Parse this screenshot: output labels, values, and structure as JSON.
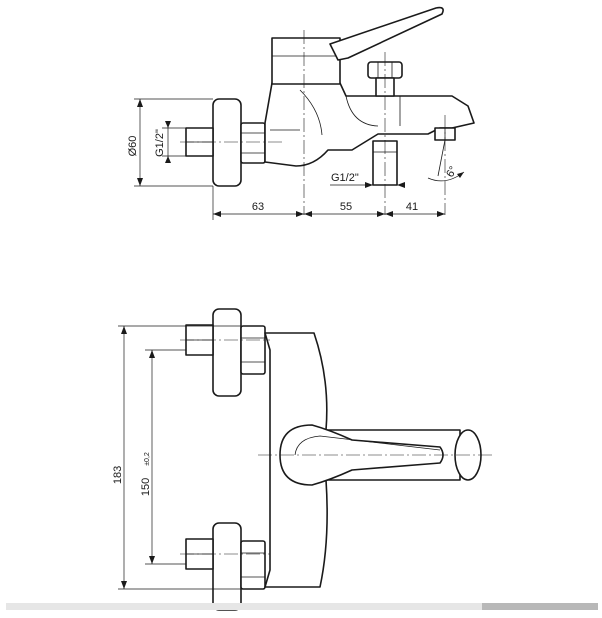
{
  "side_view": {
    "dimensions": {
      "width_left": "63",
      "width_middle": "55",
      "width_right": "41",
      "flange_diameter": "Ø60",
      "inlet_thread": "G1/2\"",
      "outlet_thread": "G1/2\"",
      "spout_angle": "6°"
    }
  },
  "top_view": {
    "dimensions": {
      "overall_height": "183",
      "center_distance": "150",
      "center_tolerance": "±0,2"
    }
  },
  "colors": {
    "line": "#1a1a1a",
    "footer_bar": "#e6e6e6",
    "footer_accent": "#b8b8b8"
  }
}
